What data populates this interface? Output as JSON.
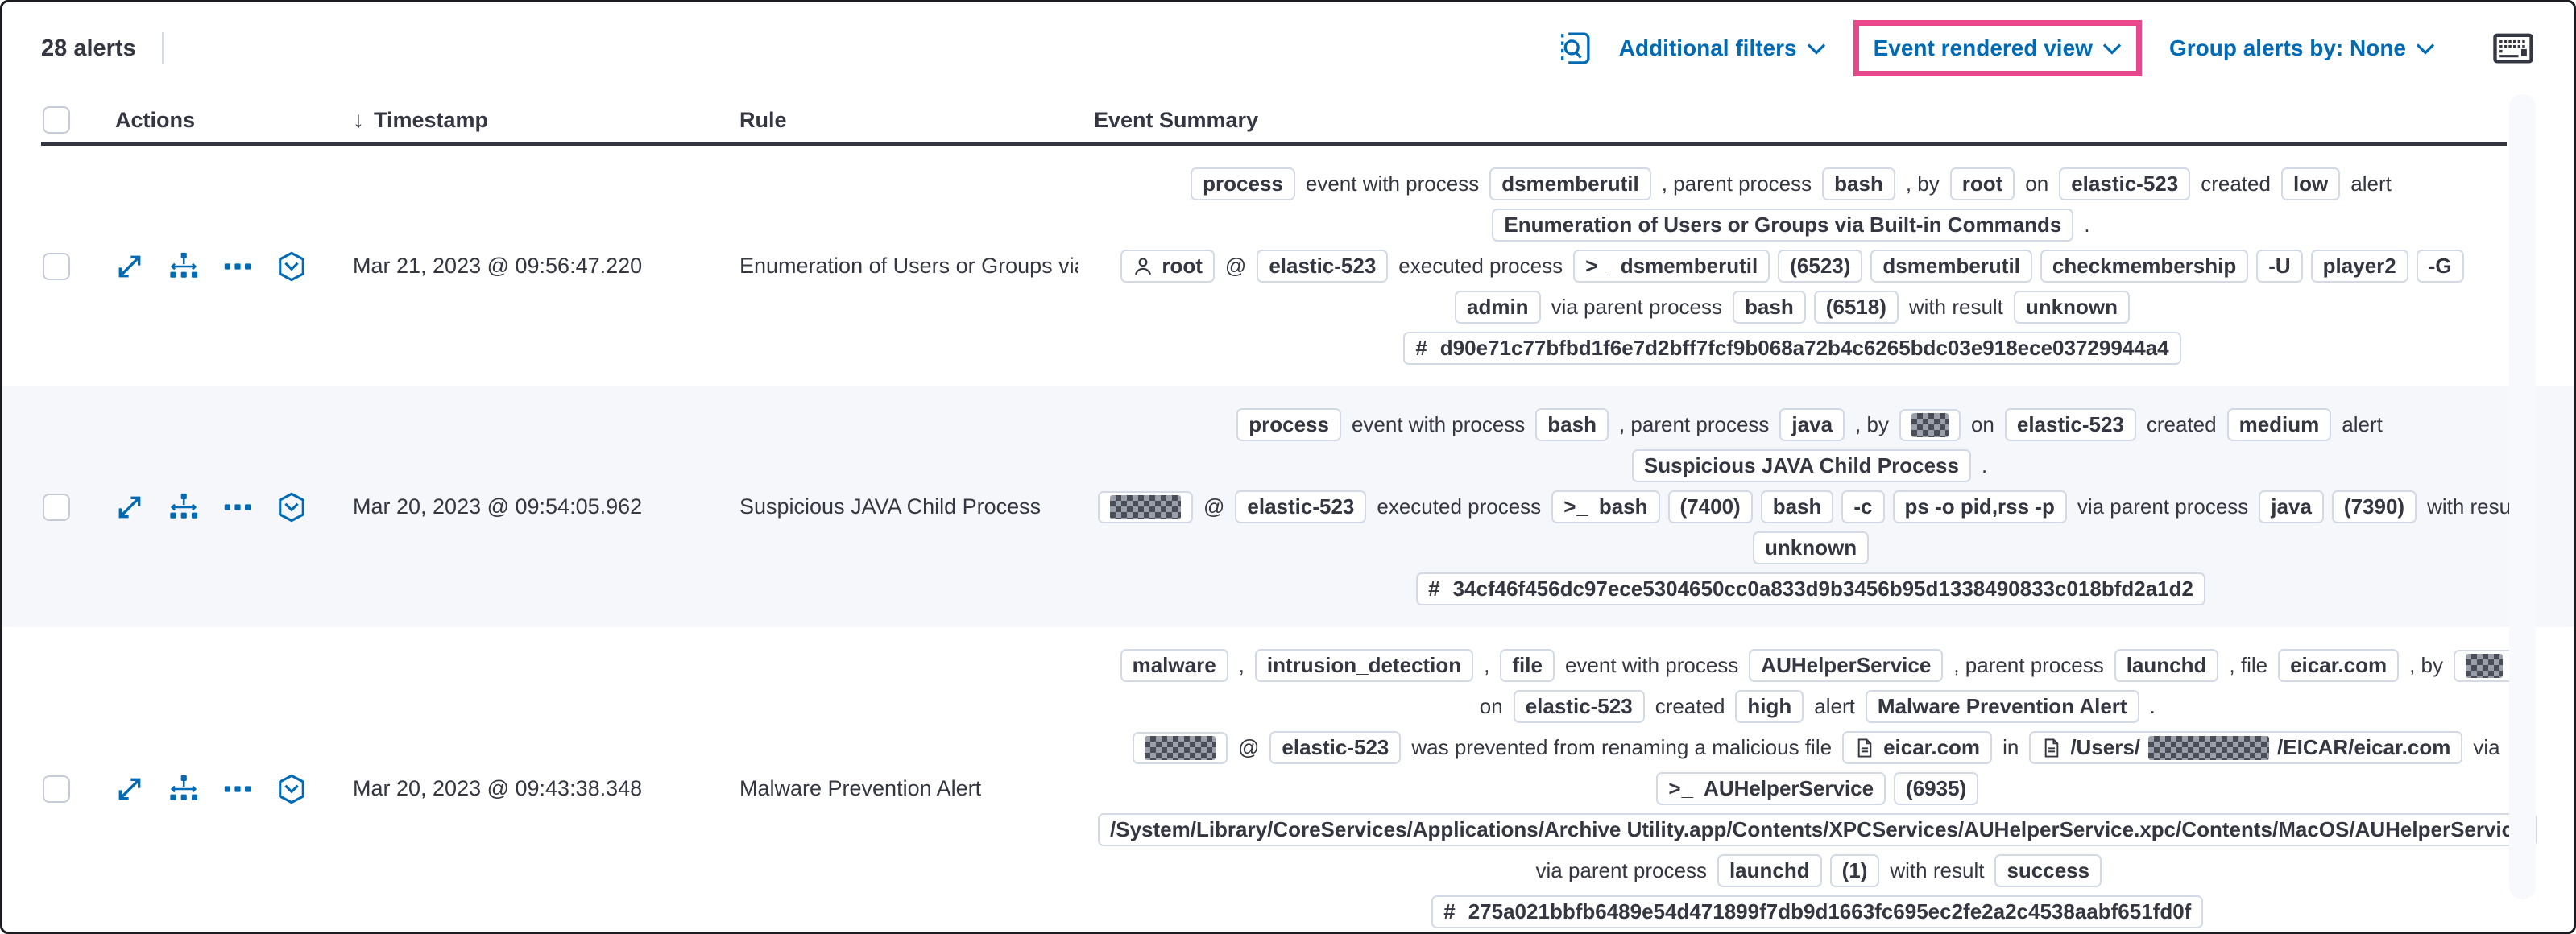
{
  "toolbar": {
    "alerts_count": "28 alerts",
    "additional_filters_label": "Additional filters",
    "view_selector_label": "Event rendered view",
    "group_alerts_label": "Group alerts by: None",
    "highlight_color": "#e8488b",
    "link_color": "#006bb4"
  },
  "table": {
    "columns": [
      "Actions",
      "Timestamp",
      "Rule",
      "Event Summary"
    ],
    "rows": [
      {
        "shaded": false,
        "timestamp": "Mar 21, 2023 @ 09:56:47.220",
        "rule": "Enumeration of Users or Groups via Bui",
        "summary": [
          [
            {
              "b": "process"
            },
            {
              "t": "event with process"
            },
            {
              "b": "dsmemberutil"
            },
            {
              "t": ", parent process"
            },
            {
              "b": "bash"
            },
            {
              "t": ", by"
            },
            {
              "b": "root"
            },
            {
              "t": "on"
            },
            {
              "b": "elastic-523"
            },
            {
              "t": "created"
            },
            {
              "b": "low"
            },
            {
              "t": "alert"
            }
          ],
          [
            {
              "b": "Enumeration of Users or Groups via Built-in Commands"
            },
            {
              "t": "."
            }
          ],
          [
            {
              "b": "root",
              "icon": "user"
            },
            {
              "t": "@"
            },
            {
              "b": "elastic-523"
            },
            {
              "t": "executed process"
            },
            {
              "b": "dsmemberutil",
              "icon": "terminal"
            },
            {
              "b": "(6523)"
            },
            {
              "b": "dsmemberutil"
            },
            {
              "b": "checkmembership"
            },
            {
              "b": "-U"
            },
            {
              "b": "player2"
            },
            {
              "b": "-G"
            }
          ],
          [
            {
              "b": "admin"
            },
            {
              "t": "via parent process"
            },
            {
              "b": "bash"
            },
            {
              "b": "(6518)"
            },
            {
              "t": "with result"
            },
            {
              "b": "unknown"
            }
          ],
          [
            {
              "b": "d90e71c77bfbd1f6e7d2bff7fcf9b068a72b4c6265bdc03e918ece03729944a4",
              "icon": "hash"
            }
          ]
        ]
      },
      {
        "shaded": true,
        "timestamp": "Mar 20, 2023 @ 09:54:05.962",
        "rule": "Suspicious JAVA Child Process",
        "summary": [
          [
            {
              "b": "process"
            },
            {
              "t": "event with process"
            },
            {
              "b": "bash"
            },
            {
              "t": ", parent process"
            },
            {
              "b": "java"
            },
            {
              "t": ", by"
            },
            {
              "b": "",
              "redact": true,
              "w": 46
            },
            {
              "t": "on"
            },
            {
              "b": "elastic-523"
            },
            {
              "t": "created"
            },
            {
              "b": "medium"
            },
            {
              "t": "alert"
            }
          ],
          [
            {
              "b": "Suspicious JAVA Child Process"
            },
            {
              "t": "."
            }
          ],
          [
            {
              "b": "",
              "redact": true,
              "w": 88
            },
            {
              "t": "@"
            },
            {
              "b": "elastic-523"
            },
            {
              "t": "executed process"
            },
            {
              "b": "bash",
              "icon": "terminal"
            },
            {
              "b": "(7400)"
            },
            {
              "b": "bash"
            },
            {
              "b": "-c"
            },
            {
              "b": "ps -o pid,rss -p"
            },
            {
              "t": "via parent process"
            },
            {
              "b": "java"
            },
            {
              "b": "(7390)"
            },
            {
              "t": "with result"
            }
          ],
          [
            {
              "b": "unknown"
            }
          ],
          [
            {
              "b": "34cf46f456dc97ece5304650cc0a833d9b3456b95d1338490833c018bfd2a1d2",
              "icon": "hash"
            }
          ]
        ]
      },
      {
        "shaded": false,
        "timestamp": "Mar 20, 2023 @ 09:43:38.348",
        "rule": "Malware Prevention Alert",
        "summary": [
          [
            {
              "b": "malware"
            },
            {
              "t": ","
            },
            {
              "b": "intrusion_detection"
            },
            {
              "t": ","
            },
            {
              "b": "file"
            },
            {
              "t": "event with process"
            },
            {
              "b": "AUHelperService"
            },
            {
              "t": ", parent process"
            },
            {
              "b": "launchd"
            },
            {
              "t": ", file"
            },
            {
              "b": "eicar.com"
            },
            {
              "t": ", by"
            },
            {
              "b": "",
              "redact": true,
              "w": 46
            }
          ],
          [
            {
              "t": "on"
            },
            {
              "b": "elastic-523"
            },
            {
              "t": "created"
            },
            {
              "b": "high"
            },
            {
              "t": "alert"
            },
            {
              "b": "Malware Prevention Alert"
            },
            {
              "t": "."
            }
          ],
          [
            {
              "b": "",
              "redact": true,
              "w": 88
            },
            {
              "t": "@"
            },
            {
              "b": "elastic-523"
            },
            {
              "t": "was prevented from renaming a malicious file"
            },
            {
              "b": "eicar.com",
              "icon": "document"
            },
            {
              "t": "in"
            },
            {
              "b": "",
              "icon": "document",
              "parts": [
                {
                  "text": "/Users/"
                },
                {
                  "redact": true,
                  "w": 150
                },
                {
                  "text": "/EICAR/eicar.com"
                }
              ]
            },
            {
              "t": "via"
            }
          ],
          [
            {
              "b": "AUHelperService",
              "icon": "terminal"
            },
            {
              "b": "(6935)"
            }
          ],
          [
            {
              "b": "/System/Library/CoreServices/Applications/Archive Utility.app/Contents/XPCServices/AUHelperService.xpc/Contents/MacOS/AUHelperService"
            }
          ],
          [
            {
              "t": "via parent process"
            },
            {
              "b": "launchd"
            },
            {
              "b": "(1)"
            },
            {
              "t": "with result"
            },
            {
              "b": "success"
            }
          ],
          [
            {
              "b": "275a021bbfb6489e54d471899f7db9d1663fc695ec2fe2a2c4538aabf651fd0f",
              "icon": "hash"
            }
          ]
        ]
      }
    ]
  }
}
